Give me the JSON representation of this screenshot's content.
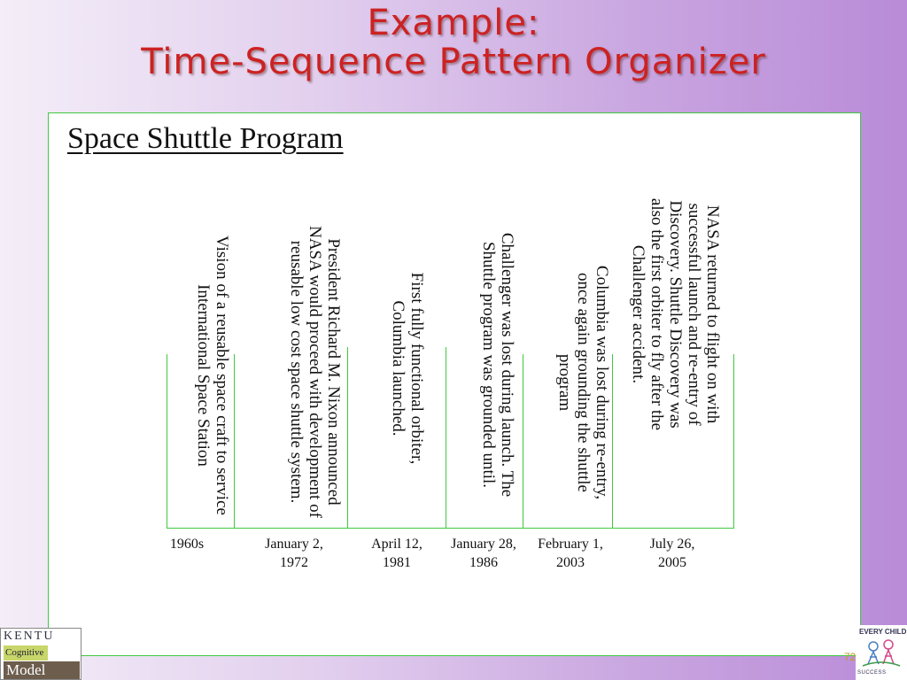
{
  "slide": {
    "title_line1": "Example:",
    "title_line2": "Time-Sequence Pattern Organizer",
    "subtitle": "Space Shuttle Program",
    "page_number": "72"
  },
  "timeline": {
    "events": [
      {
        "date": "1960s",
        "text": "Vision of a reusable space craft to service International Space Station"
      },
      {
        "date": "January 2, 1972",
        "text": "President Richard M. Nixon announced NASA would proceed with development of reusable low cost space shuttle system."
      },
      {
        "date": "April 12, 1981",
        "text": "First fully functional orbiter, Columbia launched."
      },
      {
        "date": "January 28, 1986",
        "text": "Challenger was lost during launch. The Shuttle program was grounded until."
      },
      {
        "date": "February 1, 2003",
        "text": "Columbia was lost during re-entry, once again grounding the shuttle program"
      },
      {
        "date": "July 26, 2005",
        "text": "NASA returned to flight on with successful launch and re-entry of Discovery. Shuttle Discovery was also the first orbiter to fly after the Challenger accident."
      }
    ]
  },
  "logos": {
    "left_line1": "KENTU",
    "left_line2": "Cognitive",
    "left_line3": "Model",
    "right_line1": "EVERY CHILD",
    "right_line2": "SUCCESS"
  },
  "colors": {
    "title": "#cc2222",
    "timeline_line": "#3fc93f",
    "panel_border": "#3fc93f"
  }
}
